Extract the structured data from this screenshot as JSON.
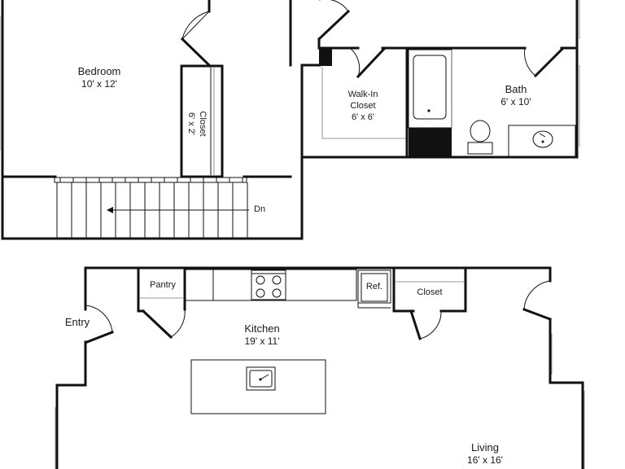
{
  "rooms": {
    "bedroom": {
      "name": "Bedroom",
      "dims": "10' x 12'"
    },
    "bedroom_closet": {
      "name": "Closet",
      "dims": "6' x 2'"
    },
    "walkin": {
      "name_line1": "Walk-In",
      "name_line2": "Closet",
      "dims": "6' x 6'"
    },
    "bath": {
      "name": "Bath",
      "dims": "6' x 10'"
    },
    "kitchen": {
      "name": "Kitchen",
      "dims": "19' x 11'"
    },
    "pantry": {
      "name": "Pantry"
    },
    "fridge": {
      "name": "Ref."
    },
    "hall_closet": {
      "name": "Closet"
    },
    "living": {
      "name": "Living",
      "dims": "16' x 16'"
    },
    "entry": {
      "name": "Entry"
    }
  },
  "stairs": {
    "direction_label": "Dn"
  }
}
